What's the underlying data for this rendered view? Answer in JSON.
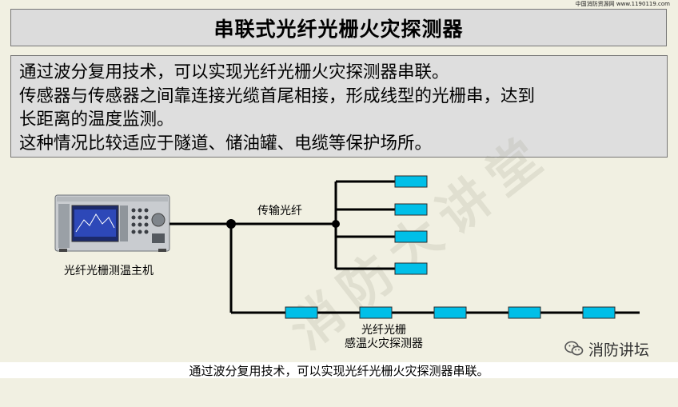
{
  "header": {
    "watermark_text": "中国消防资源网 www.1190119.com"
  },
  "title": "串联式光纤光栅火灾探测器",
  "description": {
    "lines": [
      "通过波分复用技术，可以实现光纤光栅火灾探测器串联。",
      "传感器与传感器之间靠连接光缆首尾相接，形成线型的光栅串，达到",
      "长距离的温度监测。",
      "这种情况比较适应于隧道、储油罐、电缆等保护场所。"
    ]
  },
  "diagram": {
    "host_label": "光纤光栅测温主机",
    "fiber_label": "传输光纤",
    "sensor_label_line1": "光纤光栅",
    "sensor_label_line2": "感温火灾探测器",
    "branch_sensor_count": 4,
    "series_sensor_count": 5,
    "sensor_color": "#00bfe8",
    "line_color": "#000000",
    "background_watermark": "消防大讲堂"
  },
  "wechat": {
    "account_name": "消防讲坛",
    "icon": "wechat-icon"
  },
  "caption": "通过波分复用技术，可以实现光纤光栅火灾探测器串联。"
}
